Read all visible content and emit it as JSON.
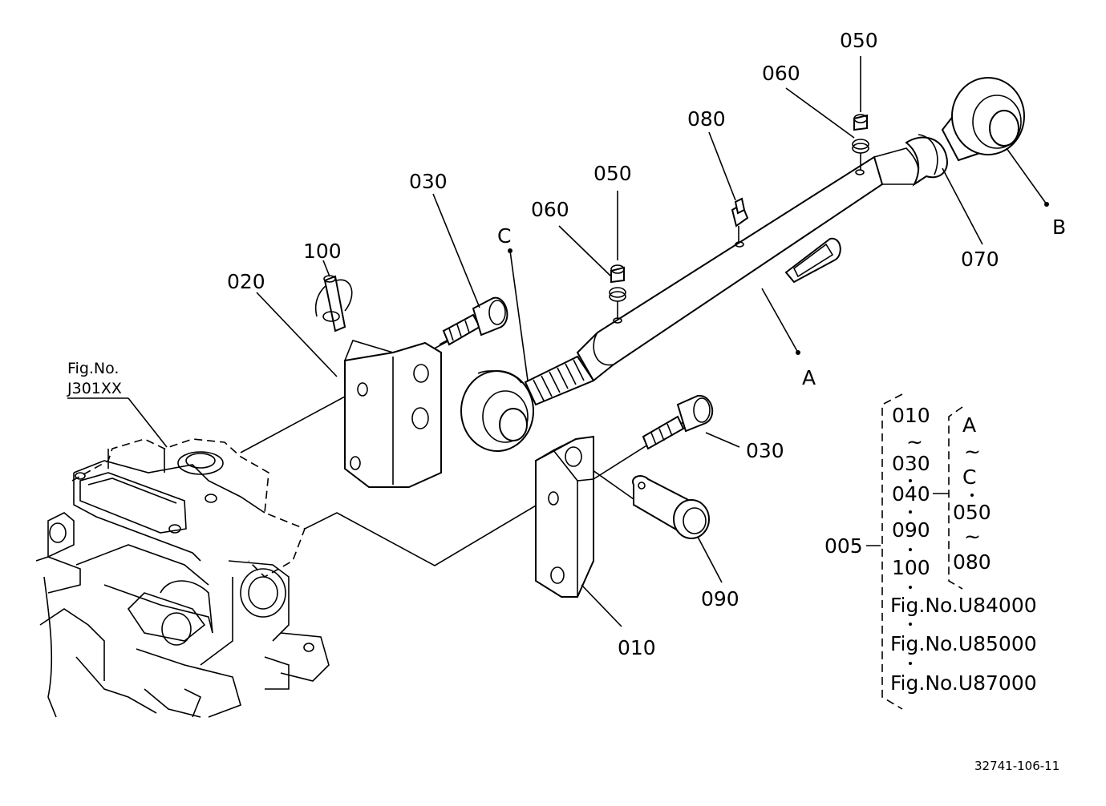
{
  "diagram": {
    "reference_label": [
      "Fig.No.",
      "J301XX"
    ],
    "parts": {
      "p005": "005",
      "p010": "010",
      "p020": "020",
      "p030a": "030",
      "p030b": "030",
      "p050a": "050",
      "p050b": "050",
      "p060a": "060",
      "p060b": "060",
      "p070": "070",
      "p080": "080",
      "p090": "090",
      "p100": "100"
    },
    "points": {
      "A": "A",
      "B": "B",
      "C": "C"
    },
    "assembly": {
      "left_col": [
        "010",
        "~",
        "030",
        "040",
        "090",
        "100"
      ],
      "right_col": [
        "A",
        "~",
        "C",
        "050",
        "~",
        "080"
      ],
      "figs": [
        "Fig.No.U84000",
        "Fig.No.U85000",
        "Fig.No.U87000"
      ]
    },
    "drawing_number": "32741-106-11"
  }
}
